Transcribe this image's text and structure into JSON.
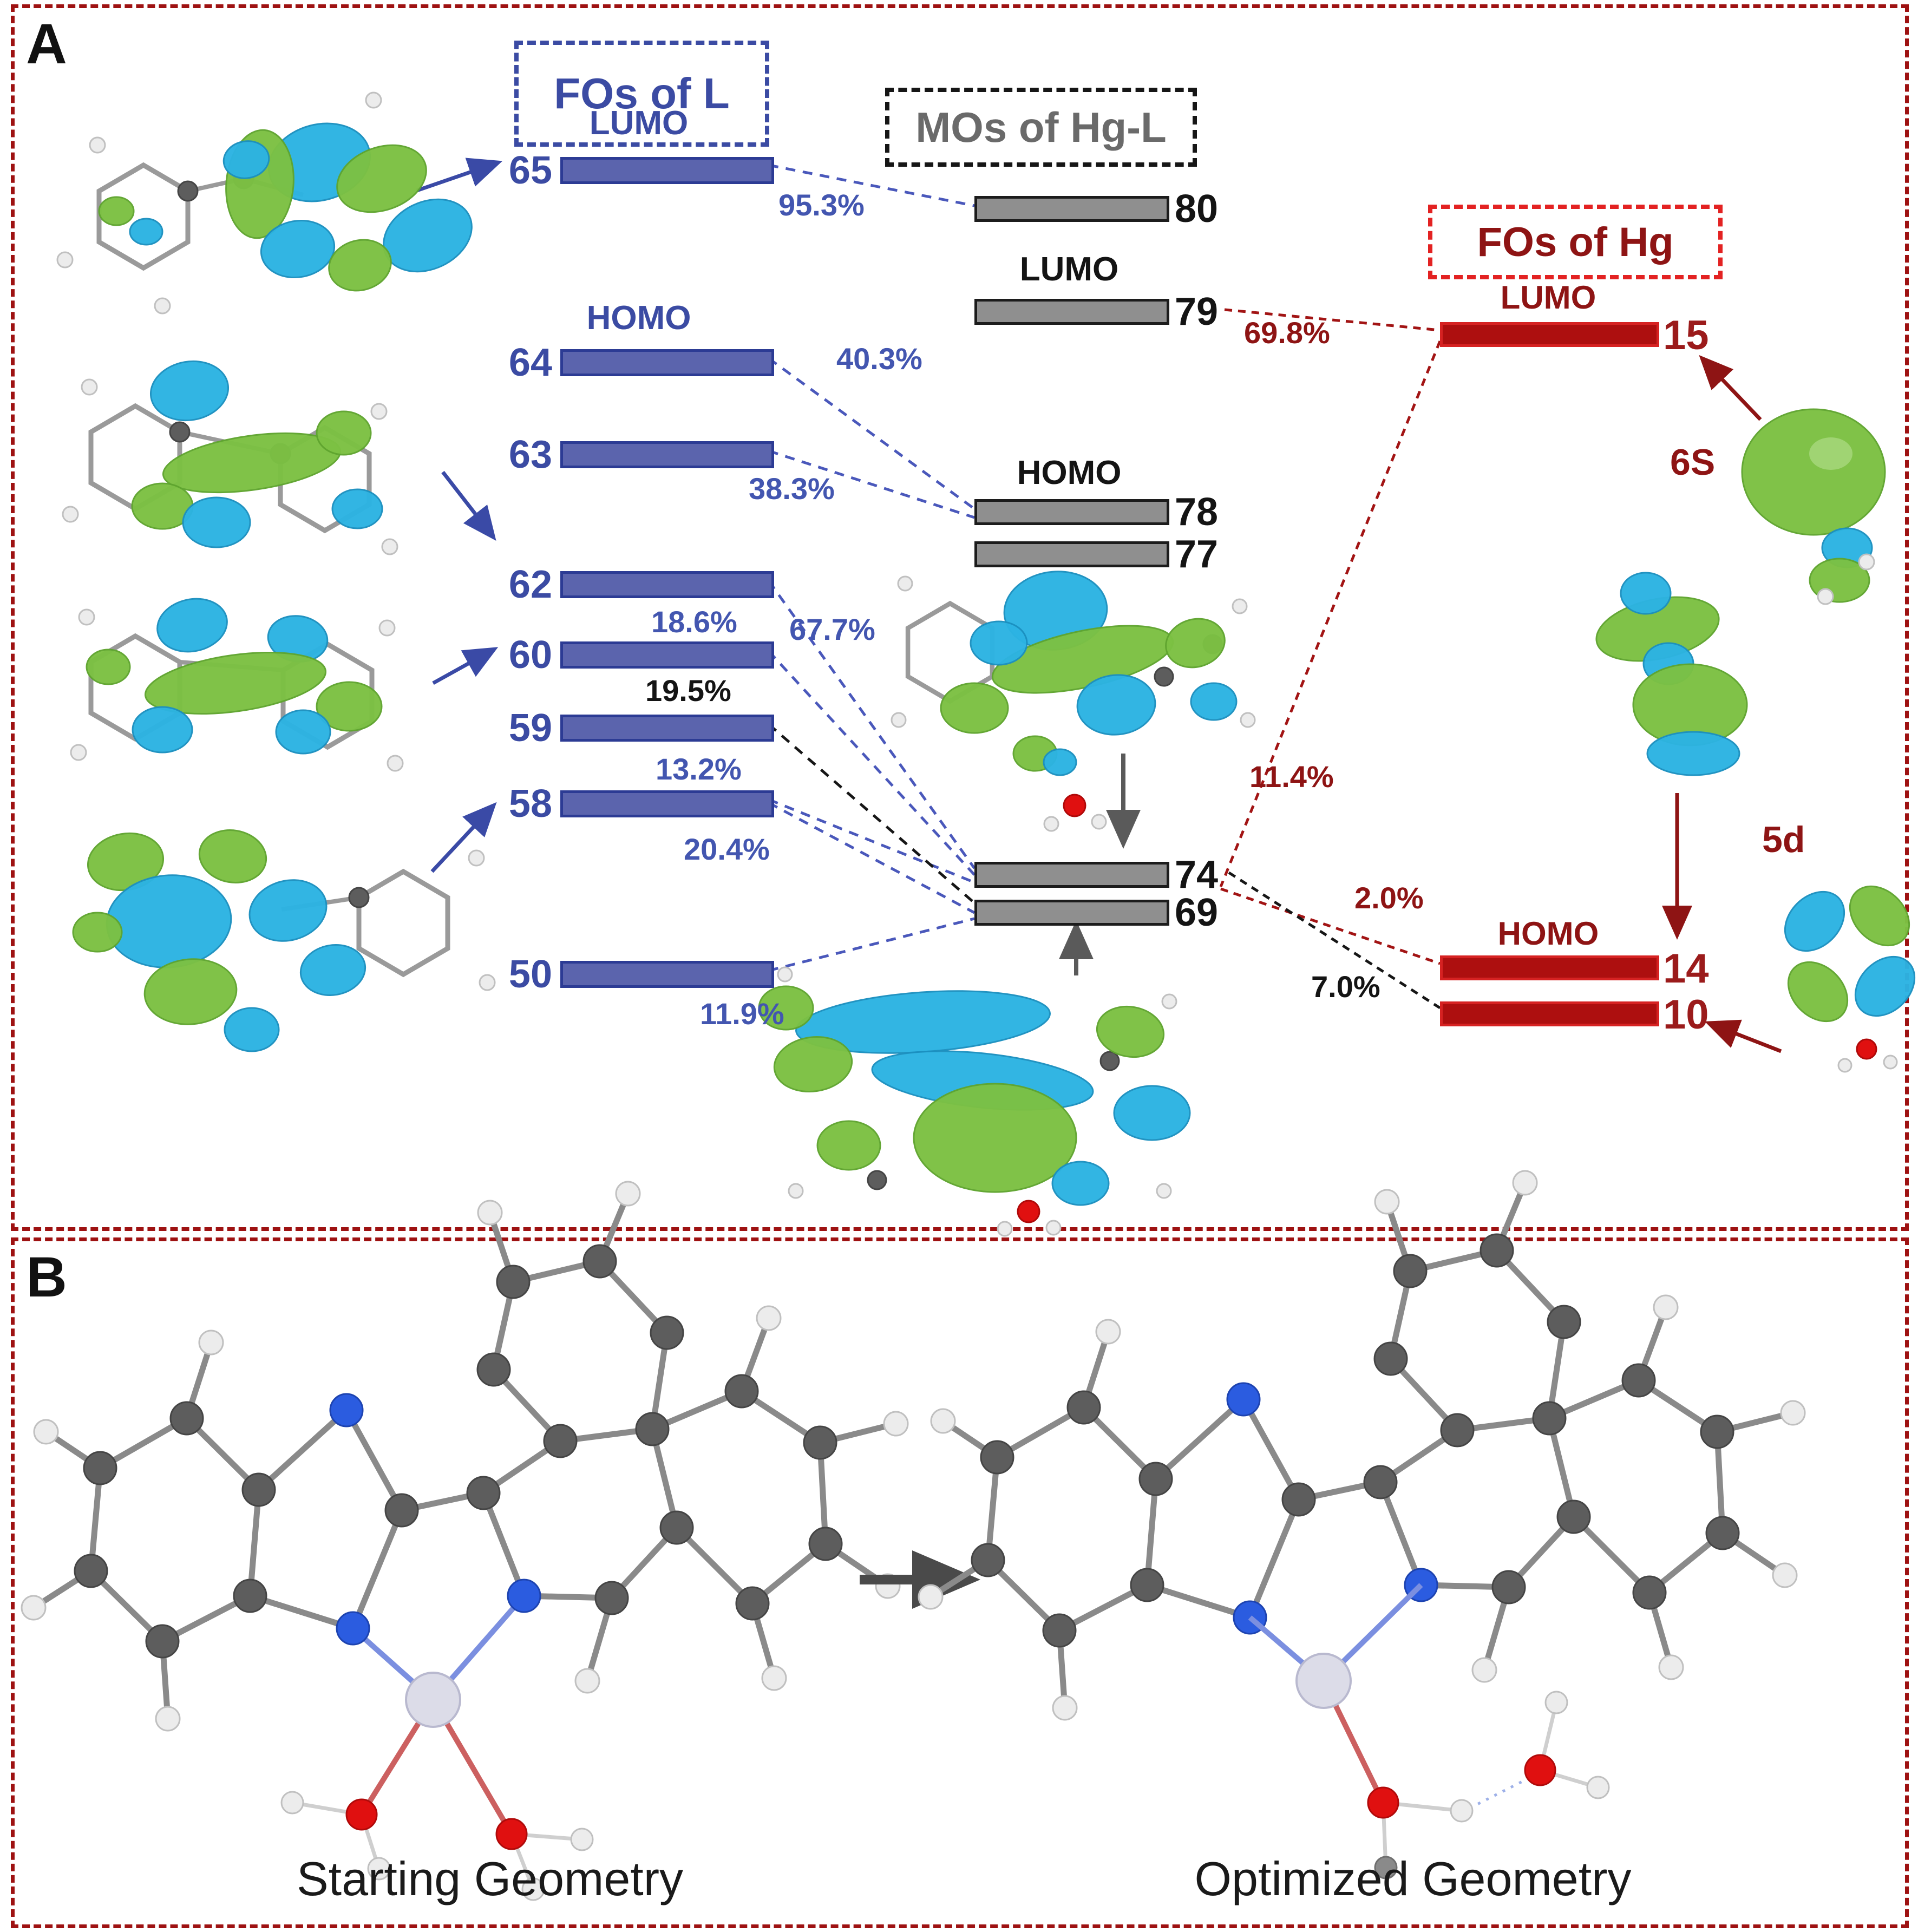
{
  "panel_a": {
    "label": "A",
    "ligand": {
      "title": "FOs of L",
      "lumo_label": "LUMO",
      "homo_label": "HOMO",
      "levels": [
        "65",
        "64",
        "63",
        "62",
        "60",
        "59",
        "58",
        "50"
      ]
    },
    "complex": {
      "title": "MOs of Hg-L",
      "lumo_label": "LUMO",
      "homo_label": "HOMO",
      "levels": [
        "80",
        "79",
        "78",
        "77",
        "74",
        "69"
      ]
    },
    "mercury": {
      "title": "FOs of Hg",
      "lumo_label": "LUMO",
      "homo_label": "HOMO",
      "levels": [
        "15",
        "14",
        "10"
      ],
      "orbital_6s_label": "6S",
      "orbital_5d_label": "5d"
    },
    "connections": [
      {
        "from": "L 65",
        "to": "Hg-L 80",
        "pct": "95.3%"
      },
      {
        "from": "L 64",
        "to": "Hg-L 78",
        "pct": "40.3%"
      },
      {
        "from": "L 63",
        "to": "Hg-L 78",
        "pct": "38.3%"
      },
      {
        "from": "L 62",
        "to": "Hg-L 74",
        "pct": "67.7%"
      },
      {
        "from": "L 60",
        "to": "Hg-L 74",
        "pct": "18.6%"
      },
      {
        "from": "L 59",
        "to": "Hg-L 74/69",
        "pct": "19.5%"
      },
      {
        "from": "L 58",
        "to": "Hg-L 74",
        "pct": "13.2%"
      },
      {
        "from": "L 58",
        "to": "Hg-L 69",
        "pct": "20.4%"
      },
      {
        "from": "L 50",
        "to": "Hg-L 69",
        "pct": "11.9%"
      },
      {
        "from": "Hg-L 79",
        "to": "Hg 15",
        "pct": "69.8%"
      },
      {
        "from": "Hg 15",
        "to": "Hg-L 74/69",
        "pct": "11.4%"
      },
      {
        "from": "Hg-L 69",
        "to": "Hg 14",
        "pct": "2.0%"
      },
      {
        "from": "Hg-L 74",
        "to": "Hg 10",
        "pct": "7.0%"
      }
    ]
  },
  "panel_b": {
    "label": "B",
    "left_caption": "Starting Geometry",
    "right_caption": "Optimized Geometry"
  },
  "colors": {
    "ligand_blue": "#3b4ba3",
    "ligand_bar_fill": "#5b64ad",
    "complex_gray": "#8f8f8f",
    "mercury_red_fill": "#ad0f0f",
    "mercury_red_border": "#d62222",
    "dark_red_text": "#8e1414",
    "panel_border_red": "#9e1212",
    "orbital_green": "#7cc143",
    "orbital_cyan": "#2cb3e3"
  }
}
